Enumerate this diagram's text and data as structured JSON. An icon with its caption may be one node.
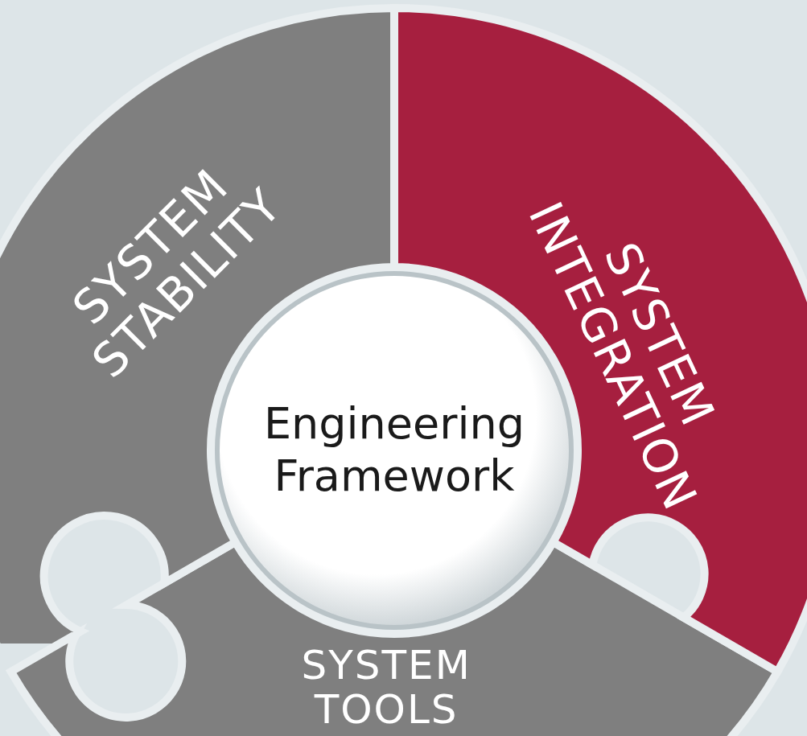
{
  "diagram": {
    "nodes": [
      {
        "text": [
          "SYSTEM STABILITY"
        ]
      },
      {
        "text": [
          "SYSTEM INTEGRATION"
        ]
      },
      {
        "text": [
          "Engineering Framework"
        ]
      },
      {
        "text": [
          "SYSTEM TOOLS"
        ]
      }
    ]
  }
}
